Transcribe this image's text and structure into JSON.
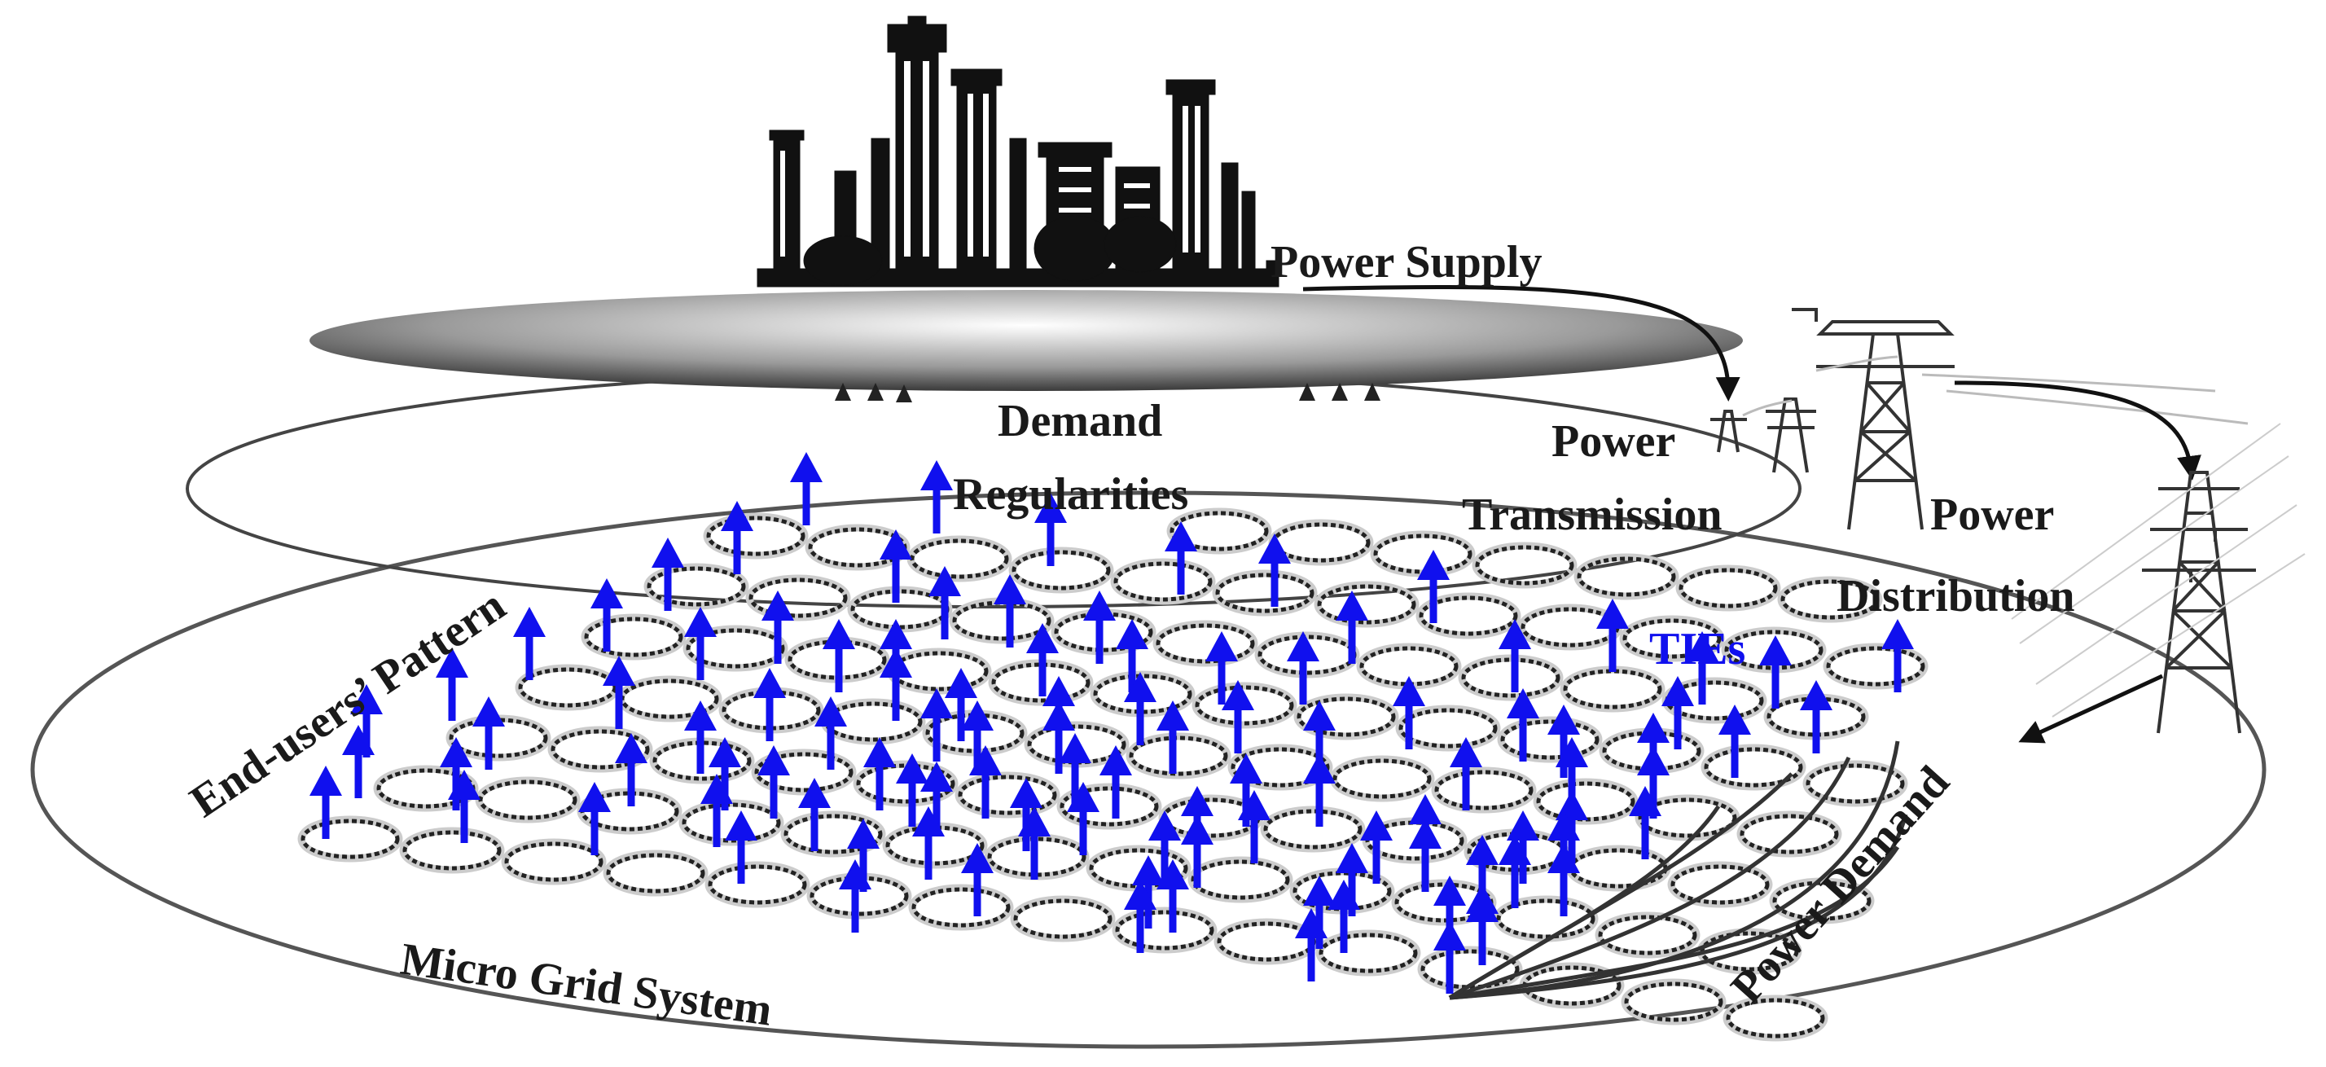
{
  "labels": {
    "power_supply": "Power Supply",
    "demand_line1": "Demand",
    "demand_line2": "Regularities",
    "power_transmission_line1": "Power",
    "power_transmission_line2": "Transmission",
    "power_distribution_line1": "Power",
    "power_distribution_line2": "Distribution",
    "end_users_pattern": "End-users’ Pattern",
    "ties": "TIEs",
    "power_demand": "Power Demand",
    "micro_grid_system": "Micro Grid System"
  },
  "colors": {
    "arrow_blue": "#1010ee",
    "ring_dark": "#222222",
    "ellipse_line": "#444444",
    "factory": "#111111",
    "text": "#1a1a1a"
  },
  "icons": {
    "factory": "factory-skyline-icon",
    "tower": "transmission-tower-icon",
    "pole": "distribution-pole-icon",
    "ring": "consumer-ring-icon",
    "arrow": "demand-arrow-icon"
  }
}
